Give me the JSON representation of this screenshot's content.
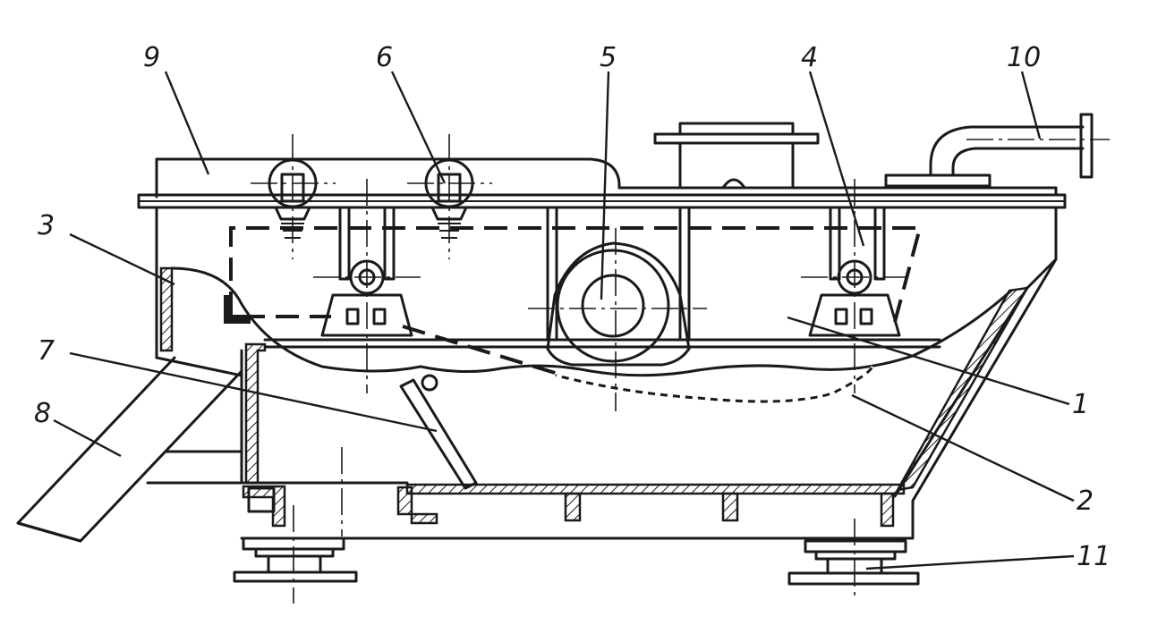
{
  "diagram": {
    "labels": [
      {
        "id": "1",
        "text": "1"
      },
      {
        "id": "2",
        "text": "2"
      },
      {
        "id": "3",
        "text": "3"
      },
      {
        "id": "4",
        "text": "4"
      },
      {
        "id": "5",
        "text": "5"
      },
      {
        "id": "6",
        "text": "6"
      },
      {
        "id": "7",
        "text": "7"
      },
      {
        "id": "8",
        "text": "8"
      },
      {
        "id": "9",
        "text": "9"
      },
      {
        "id": "10",
        "text": "10"
      },
      {
        "id": "11",
        "text": "11"
      }
    ]
  }
}
